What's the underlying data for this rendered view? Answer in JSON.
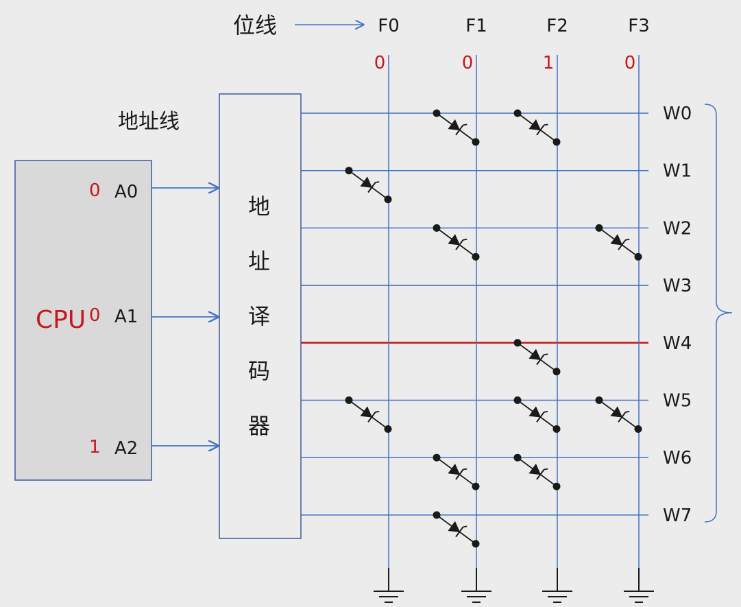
{
  "bit_lines_label": "位线",
  "address_lines_label": "地址线",
  "cpu": {
    "label": "CPU",
    "pins": [
      {
        "name": "A0",
        "value": "0"
      },
      {
        "name": "A1",
        "value": "0"
      },
      {
        "name": "A2",
        "value": "1"
      }
    ]
  },
  "decoder": {
    "chars": [
      "地",
      "址",
      "译",
      "码",
      "器"
    ]
  },
  "bit_lines": [
    {
      "name": "F0",
      "value": "0"
    },
    {
      "name": "F1",
      "value": "0"
    },
    {
      "name": "F2",
      "value": "1"
    },
    {
      "name": "F3",
      "value": "0"
    }
  ],
  "word_lines": [
    {
      "name": "W0",
      "diodes": [
        1,
        2
      ]
    },
    {
      "name": "W1",
      "diodes": [
        0
      ]
    },
    {
      "name": "W2",
      "diodes": [
        1,
        3
      ]
    },
    {
      "name": "W3",
      "diodes": []
    },
    {
      "name": "W4",
      "diodes": [
        2
      ]
    },
    {
      "name": "W5",
      "diodes": [
        0,
        2,
        3
      ]
    },
    {
      "name": "W6",
      "diodes": [
        1,
        2
      ]
    },
    {
      "name": "W7",
      "diodes": [
        1
      ]
    }
  ],
  "selected_word_line": 4,
  "colors": {
    "wire": "#4472c4",
    "selected": "#c8161d",
    "value_text": "#c8161d",
    "cpu_fill": "#d9d9d9",
    "box_stroke": "#3a5a9a",
    "diode": "#1a1a1a"
  }
}
